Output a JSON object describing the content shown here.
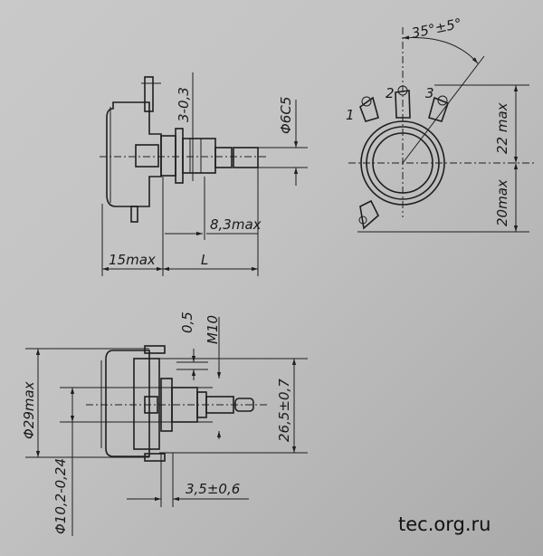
{
  "side_view": {
    "dim_tolerance_top": "3-0,3",
    "dim_shaft_diameter": "Φ6C5",
    "dim_bushing_length": "8,3max",
    "dim_body_depth": "15max",
    "dim_shaft_length": "L"
  },
  "front_view": {
    "angle": "35°±5°",
    "terminal_labels": [
      "1",
      "2",
      "3"
    ],
    "dim_upper_height": "22 max",
    "dim_lower_height": "20max"
  },
  "bottom_view": {
    "dim_washer": "0,5",
    "dim_thread": "M10",
    "dim_body_diameter": "Φ29max",
    "dim_mount_diameter": "Φ10,2-0,24",
    "dim_span": "26,5±0,7",
    "dim_offset": "3,5±0,6"
  },
  "watermark": "tec.org.ru"
}
